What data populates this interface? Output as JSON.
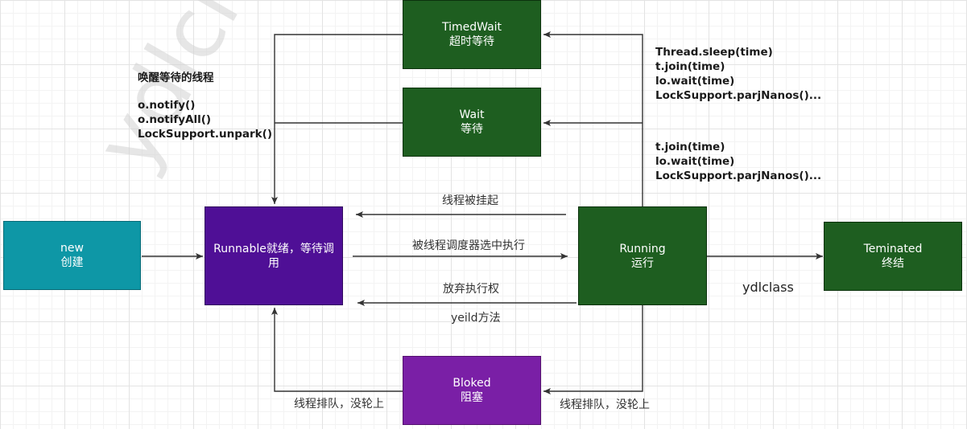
{
  "watermark": "ydlcl",
  "nodes": {
    "new": {
      "line1": "new",
      "line2": "创建"
    },
    "runnable": {
      "line1": "Runnable就绪，等待调",
      "line2": "用"
    },
    "running": {
      "line1": "Running",
      "line2": "运行"
    },
    "terminated": {
      "line1": "Teminated",
      "line2": "终结"
    },
    "timedwait": {
      "line1": "TimedWait",
      "line2": "超时等待"
    },
    "wait": {
      "line1": "Wait",
      "line2": "等待"
    },
    "blocked": {
      "line1": "Bloked",
      "line2": "阻塞"
    }
  },
  "labels": {
    "wake_title": "唤醒等待的线程",
    "wake_lines": [
      "o.notify()",
      "o.notifyAll()",
      "LockSupport.unpark()"
    ],
    "timed_lines": [
      "Thread.sleep(time)",
      "t.join(time)",
      "lo.wait(time)",
      "LockSupport.parjNanos()..."
    ],
    "wait_lines": [
      "t.join(time)",
      "lo.wait(time)",
      "LockSupport.parjNanos()..."
    ],
    "suspended": "线程被挂起",
    "scheduled": "被线程调度器选中执行",
    "give_up": "放弃执行权",
    "yield": "yeild方法",
    "queue_left": "线程排队，没轮上",
    "queue_right": "线程排队，没轮上",
    "ydlclass": "ydlclass"
  }
}
